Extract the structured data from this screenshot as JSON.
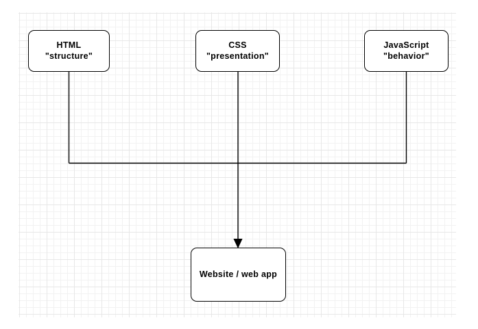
{
  "diagram": {
    "title_hint": "Web technologies diagram",
    "nodes": [
      {
        "id": "html",
        "line1": "HTML",
        "line2": "\"structure\""
      },
      {
        "id": "css",
        "line1": "CSS",
        "line2": "\"presentation\""
      },
      {
        "id": "javascript",
        "line1": "JavaScript",
        "line2": "\"behavior\""
      },
      {
        "id": "website",
        "label": "Website / web app"
      }
    ],
    "edges": [
      {
        "from": "html",
        "to": "junction",
        "arrow": false
      },
      {
        "from": "javascript",
        "to": "junction",
        "arrow": false
      },
      {
        "from": "junction",
        "to": "junction",
        "arrow": false
      },
      {
        "from": "css",
        "to": "website",
        "arrow": true
      }
    ],
    "colors": {
      "background": "#ffffff",
      "grid_minor": "#f2f2f2",
      "grid_major": "#e7e7e7",
      "node_fill": "#ffffff",
      "node_border": "#000000",
      "connector": "#000000",
      "text": "#000000"
    }
  }
}
